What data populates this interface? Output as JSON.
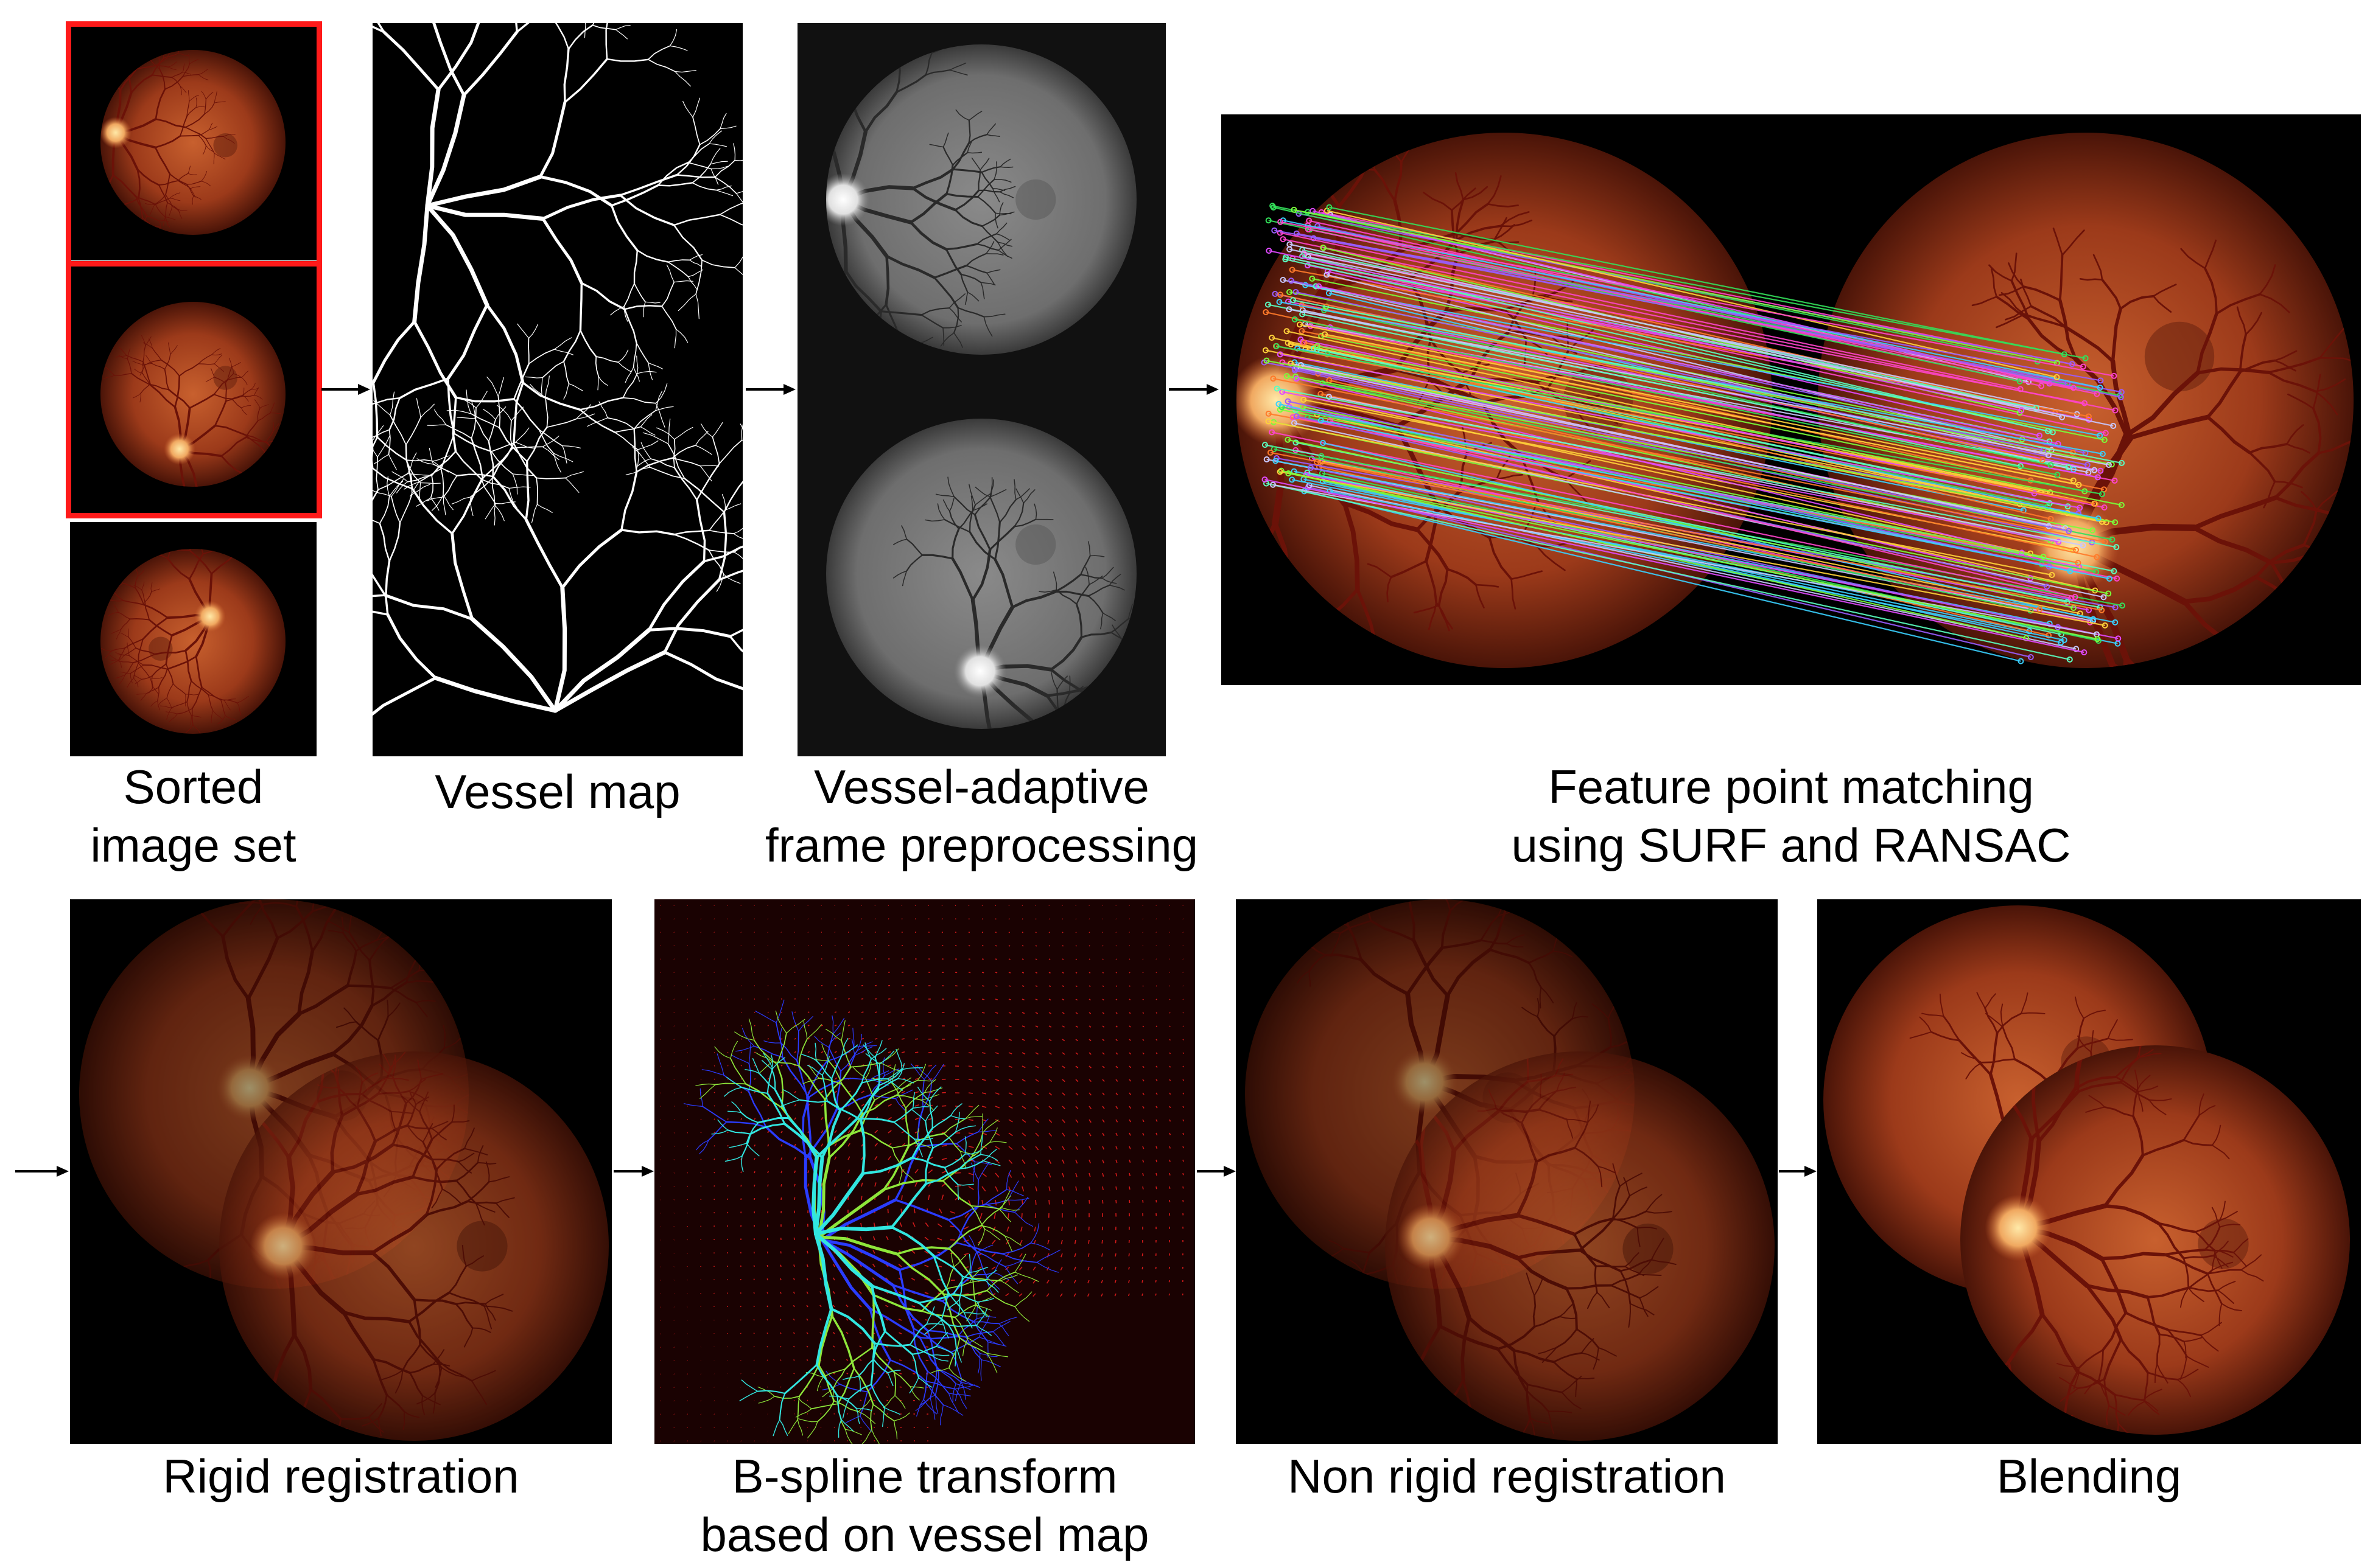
{
  "captions": {
    "sorted": [
      "Sorted",
      "image set"
    ],
    "vessel_map": [
      "Vessel map"
    ],
    "preprocessing": [
      "Vessel-adaptive",
      "frame preprocessing"
    ],
    "matching": [
      "Feature point matching",
      "using SURF and RANSAC"
    ],
    "rigid": [
      "Rigid registration"
    ],
    "bspline": [
      "B-spline transform",
      "based on vessel map"
    ],
    "nonrigid": [
      "Non rigid registration"
    ],
    "blending": [
      "Blending"
    ]
  },
  "sorted_set": {
    "image_count": 3,
    "highlighted_images": 2,
    "highlight_color": "#ff1a1a"
  },
  "colors": {
    "fundus_outer": "#4a1408",
    "fundus_mid": "#9c3a1a",
    "fundus_inner": "#c8602e",
    "optic_disc": "#ffe9a8",
    "vessel_red": "#6b1208",
    "panel_bg": "#000000",
    "grid_red": "#d01a1a",
    "bspline_vessel_cyan": "#31e6e0",
    "bspline_vessel_green": "#8ee63a",
    "bspline_vessel_blue": "#2a3cff"
  }
}
